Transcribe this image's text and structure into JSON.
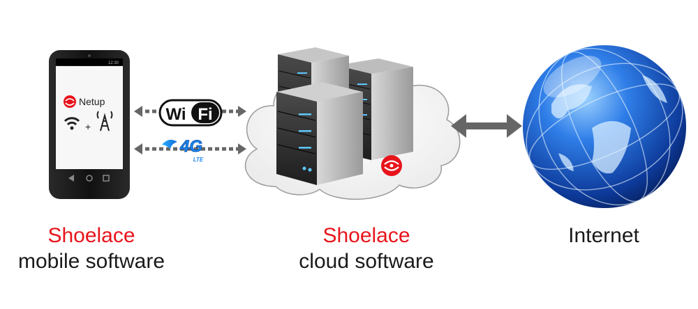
{
  "phone": {
    "app_label": "Netup",
    "plus_sign": "+",
    "status_time": "12:30"
  },
  "badges": {
    "wifi_left": "Wi",
    "wifi_right": "Fi",
    "cellular": "4G",
    "cellular_sub": "LTE"
  },
  "captions": {
    "mobile": {
      "brand": "Shoelace",
      "desc": "mobile software"
    },
    "cloud": {
      "brand": "Shoelace",
      "desc": "cloud software"
    },
    "internet": {
      "label": "Internet"
    }
  },
  "colors": {
    "brand_red": "#e8141c",
    "globe_blue": "#1f5fd0",
    "arrow_gray": "#666666"
  }
}
